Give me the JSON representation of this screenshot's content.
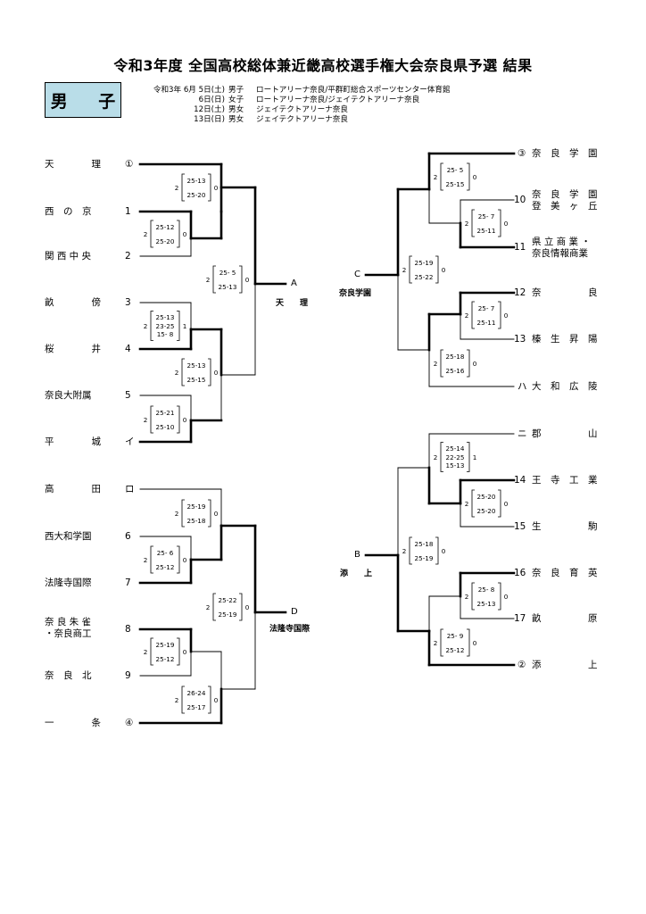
{
  "header": {
    "title": "令和3年度  全国高校総体兼近畿高校選手権大会奈良県予選  結果",
    "category": "男 子"
  },
  "schedule": [
    {
      "date": "令和3年  6月  5日(土)",
      "gender": "男子",
      "venue": "ロートアリーナ奈良/平群町総合スポーツセンター体育館"
    },
    {
      "date": "6日(日)",
      "gender": "女子",
      "venue": "ロートアリーナ奈良/ジェイテクトアリーナ奈良"
    },
    {
      "date": "12日(土)",
      "gender": "男女",
      "venue": "ジェイテクトアリーナ奈良"
    },
    {
      "date": "13日(日)",
      "gender": "男女",
      "venue": "ジェイテクトアリーナ奈良"
    }
  ],
  "left_teams": [
    {
      "name": "天　　　　理",
      "seed": "①"
    },
    {
      "name": "西　の　京",
      "seed": "1"
    },
    {
      "name": "関 西 中 央",
      "seed": "2"
    },
    {
      "name": "畝　　　　傍",
      "seed": "3"
    },
    {
      "name": "桜　　　　井",
      "seed": "4"
    },
    {
      "name": "奈良大附属",
      "seed": "5"
    },
    {
      "name": "平　　　　城",
      "seed": "イ"
    },
    {
      "name": "高　　　　田",
      "seed": "ロ"
    },
    {
      "name": "西大和学園",
      "seed": "6"
    },
    {
      "name": "法隆寺国際",
      "seed": "7"
    },
    {
      "name": "奈 良 朱 雀\n・奈良商工",
      "seed": "8"
    },
    {
      "name": "奈　良　北",
      "seed": "9"
    },
    {
      "name": "一　　　　条",
      "seed": "④"
    }
  ],
  "right_teams": [
    {
      "name": "奈　良　学　園",
      "seed": "③"
    },
    {
      "name": "奈　良　学　園\n登　美　ヶ　丘",
      "seed": "10"
    },
    {
      "name": "県 立 商 業 ・\n奈良情報商業",
      "seed": "11"
    },
    {
      "name": "奈　　　　　良",
      "seed": "12"
    },
    {
      "name": "榛　生　昇　陽",
      "seed": "13"
    },
    {
      "name": "大　和　広　陵",
      "seed": "ハ"
    },
    {
      "name": "郡　　　　　山",
      "seed": "ニ"
    },
    {
      "name": "王　寺　工　業",
      "seed": "14"
    },
    {
      "name": "生　　　　　駒",
      "seed": "15"
    },
    {
      "name": "奈　良　育　英",
      "seed": "16"
    },
    {
      "name": "畝　　　　　原",
      "seed": "17"
    },
    {
      "name": "添　　　　　上",
      "seed": "②"
    }
  ],
  "matches": [
    {
      "id": "L1",
      "sets": [
        "25-13",
        "25-20"
      ],
      "left": "2",
      "right": "0"
    },
    {
      "id": "L2",
      "sets": [
        "25-12",
        "25-20"
      ],
      "left": "2",
      "right": "0"
    },
    {
      "id": "L3",
      "sets": [
        "25-13",
        "23-25",
        "15- 8"
      ],
      "left": "2",
      "right": "1"
    },
    {
      "id": "L4",
      "sets": [
        "25-13",
        "25-15"
      ],
      "left": "2",
      "right": "0"
    },
    {
      "id": "L5",
      "sets": [
        "25-21",
        "25-10"
      ],
      "left": "2",
      "right": "0"
    },
    {
      "id": "LA",
      "sets": [
        "25- 5",
        "25-13"
      ],
      "left": "2",
      "right": "0"
    },
    {
      "id": "L6",
      "sets": [
        "25-19",
        "25-18"
      ],
      "left": "2",
      "right": "0"
    },
    {
      "id": "L7",
      "sets": [
        "25- 6",
        "25-12"
      ],
      "left": "2",
      "right": "0"
    },
    {
      "id": "L8",
      "sets": [
        "25-19",
        "25-12"
      ],
      "left": "2",
      "right": "0"
    },
    {
      "id": "L9",
      "sets": [
        "26-24",
        "25-17"
      ],
      "left": "2",
      "right": "0"
    },
    {
      "id": "LD",
      "sets": [
        "25-22",
        "25-19"
      ],
      "left": "2",
      "right": "0"
    },
    {
      "id": "R1",
      "sets": [
        "25- 5",
        "25-15"
      ],
      "left": "2",
      "right": "0"
    },
    {
      "id": "R2",
      "sets": [
        "25- 7",
        "25-11"
      ],
      "left": "2",
      "right": "0"
    },
    {
      "id": "R3",
      "sets": [
        "25- 7",
        "25-11"
      ],
      "left": "2",
      "right": "0"
    },
    {
      "id": "R4",
      "sets": [
        "25-18",
        "25-16"
      ],
      "left": "2",
      "right": "0"
    },
    {
      "id": "RC",
      "sets": [
        "25-19",
        "25-22"
      ],
      "left": "2",
      "right": "0"
    },
    {
      "id": "R5",
      "sets": [
        "25-14",
        "22-25",
        "15-13"
      ],
      "left": "2",
      "right": "1"
    },
    {
      "id": "R6",
      "sets": [
        "25-20",
        "25-20"
      ],
      "left": "2",
      "right": "0"
    },
    {
      "id": "R7",
      "sets": [
        "25- 8",
        "25-13"
      ],
      "left": "2",
      "right": "0"
    },
    {
      "id": "R8",
      "sets": [
        "25- 9",
        "25-12"
      ],
      "left": "2",
      "right": "0"
    },
    {
      "id": "RB",
      "sets": [
        "25-18",
        "25-19"
      ],
      "left": "2",
      "right": "0"
    }
  ],
  "block_winners": [
    {
      "point": "A",
      "winner": "天　　理"
    },
    {
      "point": "D",
      "winner": "法隆寺国際"
    },
    {
      "point": "C",
      "winner": "奈良学園"
    },
    {
      "point": "B",
      "winner": "添　　上"
    }
  ]
}
